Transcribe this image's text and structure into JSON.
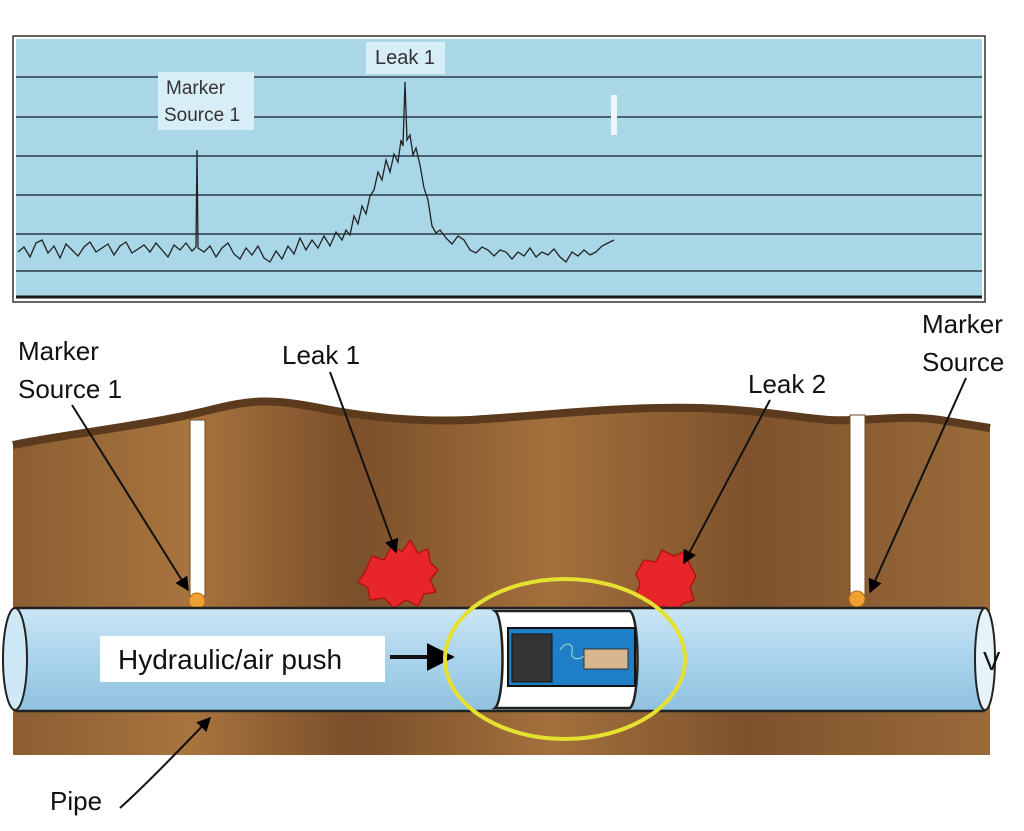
{
  "graph": {
    "label_leak1": "Leak 1",
    "label_marker_line1": "Marker",
    "label_marker_line2": "Source 1"
  },
  "scene": {
    "label_marker1_line1": "Marker",
    "label_marker1_line2": "Source 1",
    "label_leak1": "Leak 1",
    "label_leak2": "Leak 2",
    "label_marker2_line1": "Marker",
    "label_marker2_line2": "Source",
    "push_label": "Hydraulic/air push",
    "pipe_label": "Pipe",
    "pipe_end_text": "V"
  },
  "colors": {
    "graph_bg": "#a9d7e8",
    "soil": "#8a5a2e",
    "soil_top": "#5c3a1e",
    "pipe": "#a8d4ec",
    "leak": "#e8262a",
    "marker": "#f0a030",
    "highlight": "#e8e030",
    "device_blue": "#1f7fc6"
  }
}
